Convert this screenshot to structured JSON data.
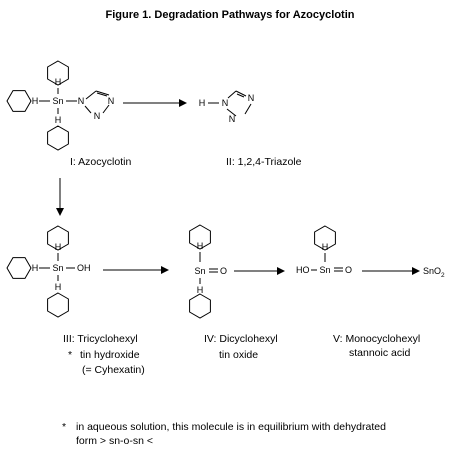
{
  "figure": {
    "title": "Figure 1.  Degradation Pathways for Azocyclotin",
    "atoms": {
      "sn": "Sn",
      "h": "H",
      "n": "N",
      "oh": "OH",
      "o": "O",
      "ho": "HO",
      "sno2_base": "SnO",
      "sno2_sub": "2"
    },
    "compounds": {
      "c1": {
        "line1": "I:  Azocyclotin"
      },
      "c2": {
        "line1": "II:  1,2,4-Triazole"
      },
      "c3": {
        "line1": "III:  Tricyclohexyl",
        "star": "*",
        "line2": "tin hydroxide",
        "line3": "(= Cyhexatin)"
      },
      "c4": {
        "line1": "IV:  Dicyclohexyl",
        "line2": "tin oxide"
      },
      "c5": {
        "line1": "V:  Monocyclohexyl",
        "line2": "stannoic acid"
      }
    },
    "footnote": {
      "star": "*",
      "line1": "in aqueous solution, this molecule is in equilibrium with dehydrated",
      "line2": "form  > sn-o-sn <"
    }
  }
}
